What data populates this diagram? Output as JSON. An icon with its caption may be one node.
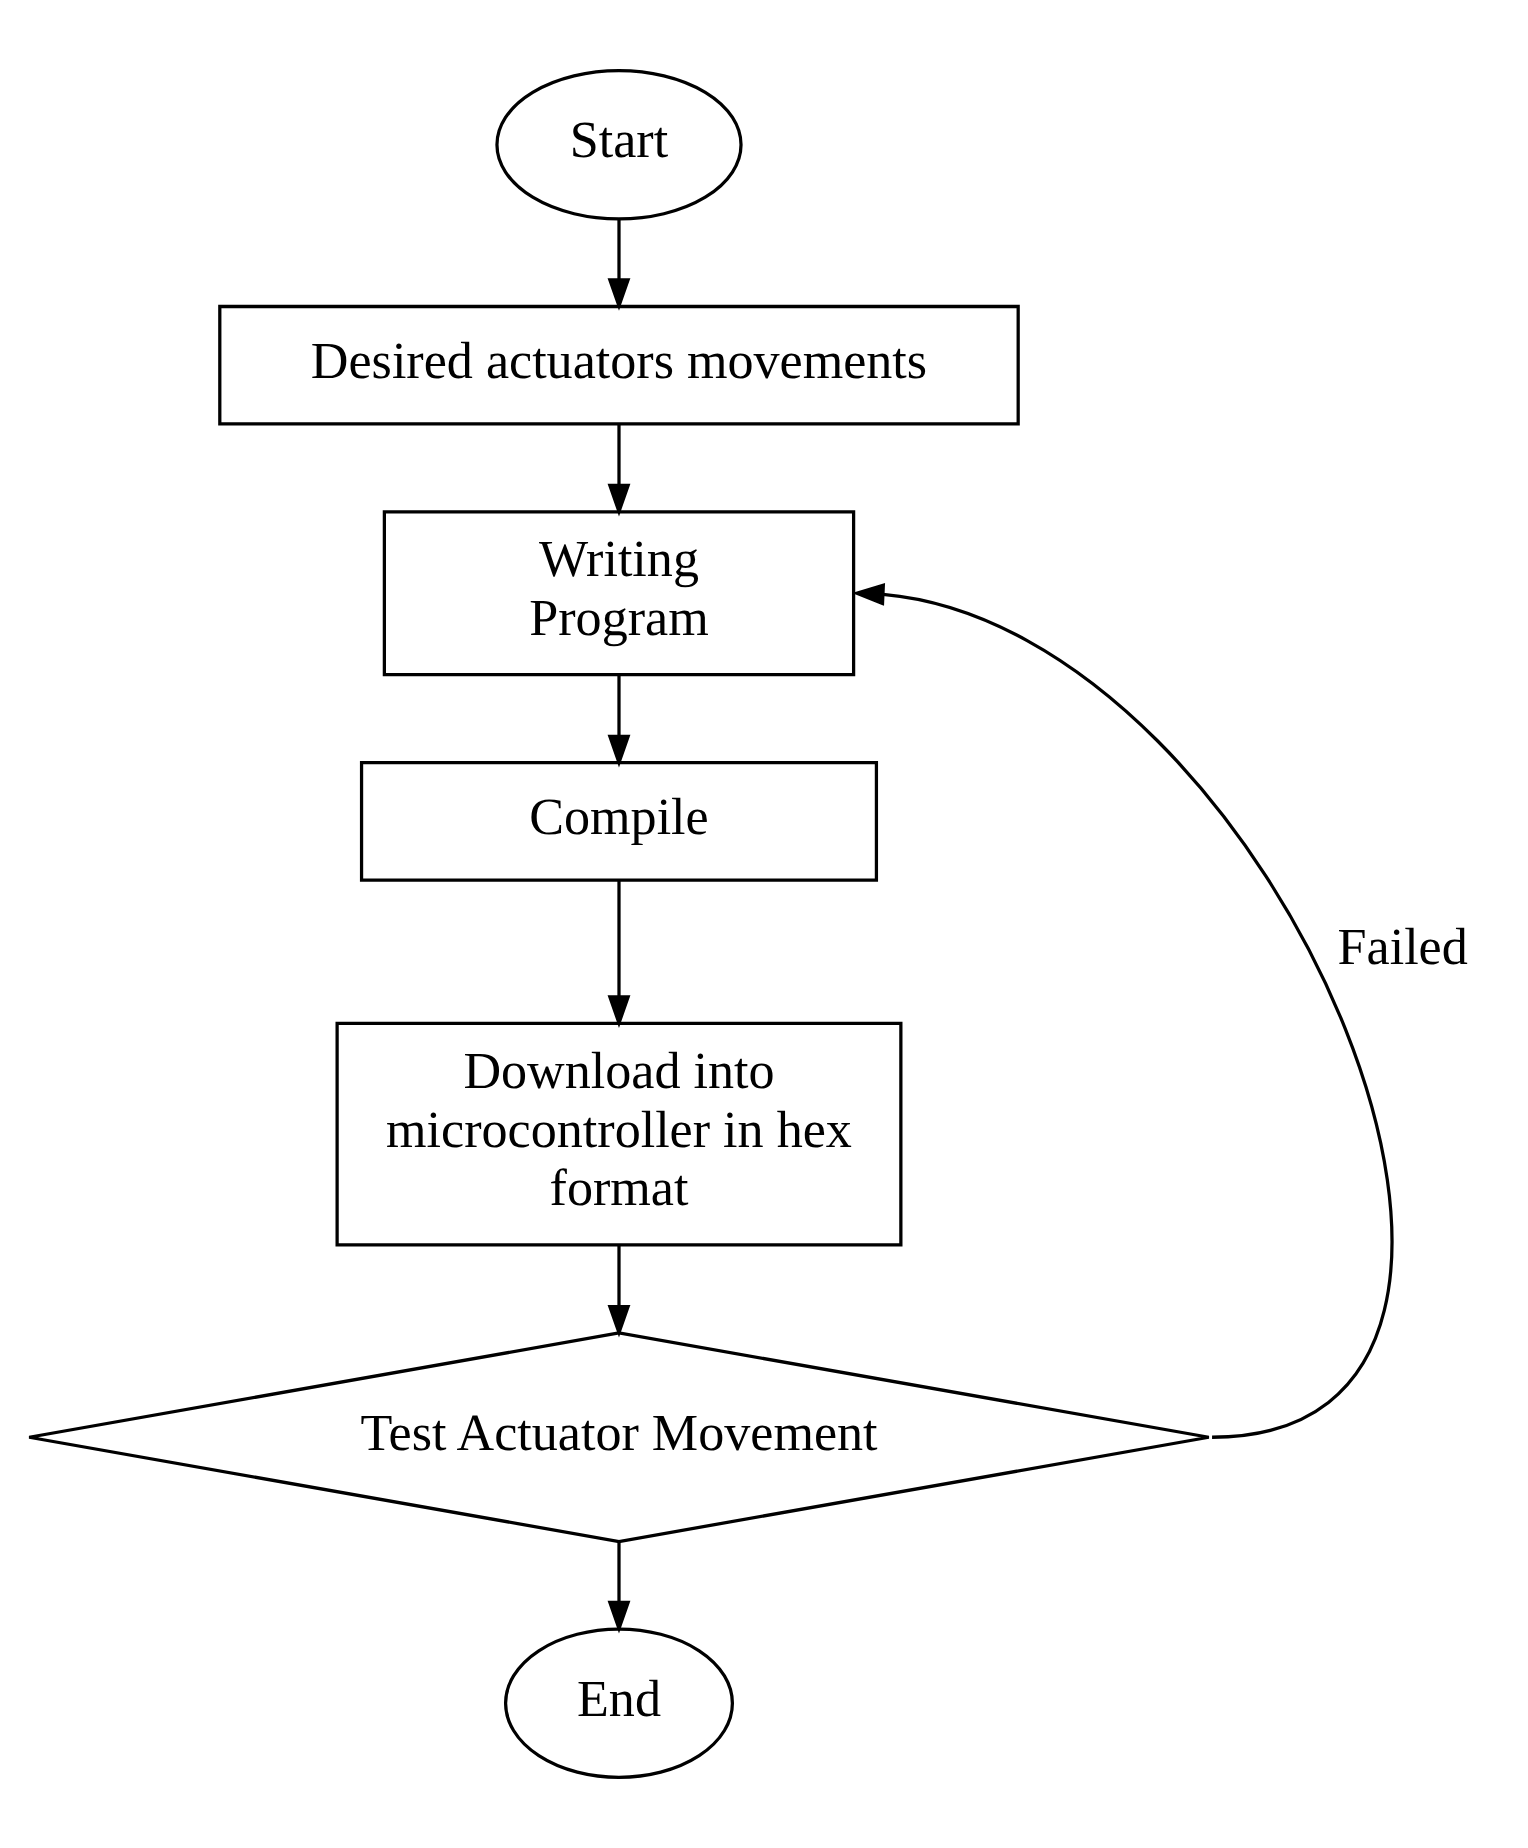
{
  "diagram": {
    "nodes": [
      {
        "text": [
          "Start"
        ]
      },
      {
        "text": [
          "Desired actuators movements"
        ]
      },
      {
        "text": [
          "Writing Program"
        ]
      },
      {
        "text": [
          "Compile"
        ]
      },
      {
        "text": [
          "Download into microcontroller in hex format"
        ]
      },
      {
        "text": [
          "Test Actuator Movement"
        ]
      },
      {
        "text": [
          "End"
        ]
      }
    ],
    "edges": [
      {
        "from": 0,
        "to": 1,
        "arrow": "to"
      },
      {
        "from": 1,
        "to": 2,
        "arrow": "to"
      },
      {
        "from": 2,
        "to": 3,
        "arrow": "to"
      },
      {
        "from": 3,
        "to": 4,
        "arrow": "to"
      },
      {
        "from": 4,
        "to": 5,
        "arrow": "to"
      },
      {
        "from": 5,
        "to": 6,
        "arrow": "to"
      },
      {
        "from": 5,
        "to": 2,
        "arrow": "to",
        "label": "Failed"
      }
    ]
  }
}
